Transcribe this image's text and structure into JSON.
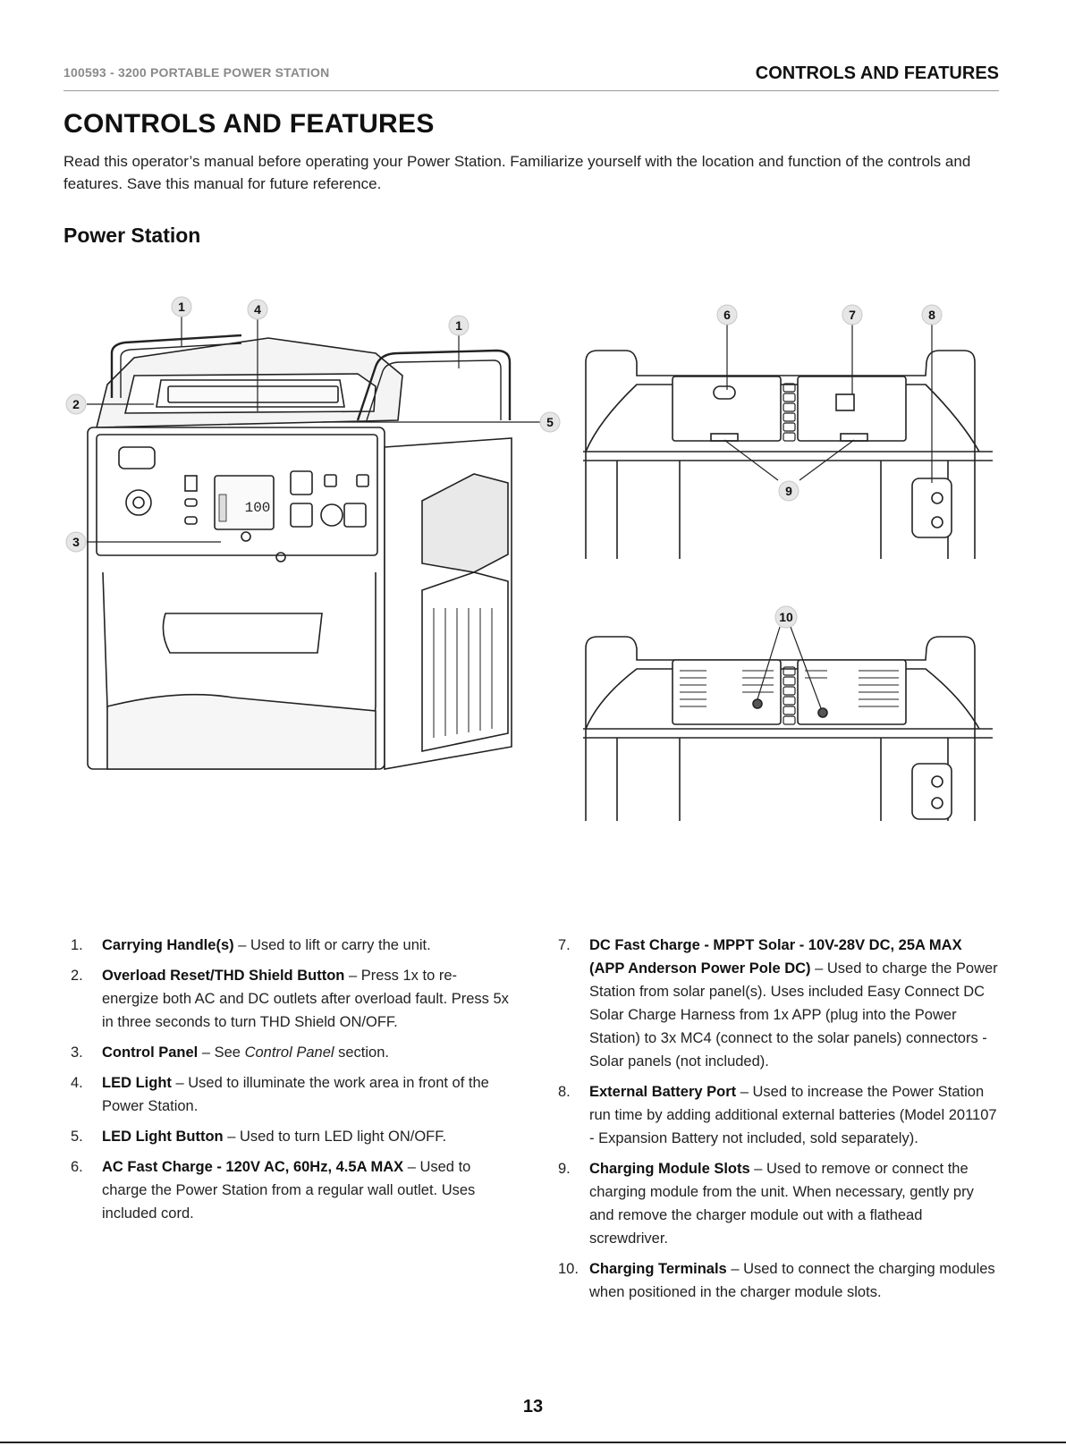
{
  "header": {
    "doc_id": "100593 - 3200 PORTABLE POWER STATION",
    "section": "CONTROLS AND FEATURES"
  },
  "title": "CONTROLS AND FEATURES",
  "intro": "Read this operator’s manual before operating your Power Station. Familiarize yourself with the location and function of the controls and features. Save this manual for future reference.",
  "subheading": "Power Station",
  "figure": {
    "display_readout": "100",
    "callouts": [
      "1",
      "4",
      "1",
      "2",
      "5",
      "3",
      "6",
      "7",
      "8",
      "9",
      "10"
    ]
  },
  "features": [
    {
      "num": "1.",
      "label": "Carrying Handle(s)",
      "desc": " – Used to lift or carry the unit."
    },
    {
      "num": "2.",
      "label": "Overload Reset/THD Shield Button",
      "desc": " – Press 1x to re-energize both AC and DC outlets after overload fault. Press 5x in three seconds to turn THD Shield ON/OFF."
    },
    {
      "num": "3.",
      "label": "Control Panel",
      "desc_pre": " – See ",
      "desc_em": "Control Panel",
      "desc_post": " section."
    },
    {
      "num": "4.",
      "label": "LED Light",
      "desc": " – Used to illuminate the work area in front of the Power Station."
    },
    {
      "num": "5.",
      "label": "LED Light Button",
      "desc": " – Used to turn LED light ON/OFF."
    },
    {
      "num": "6.",
      "label": "AC Fast Charge - 120V AC, 60Hz, 4.5A MAX",
      "desc": " – Used to charge the Power Station from a regular wall outlet. Uses included cord."
    },
    {
      "num": "7.",
      "label": "DC Fast Charge - MPPT Solar - 10V-28V DC, 25A MAX (APP Anderson Power Pole DC)",
      "desc": " – Used to charge the Power Station from solar panel(s).  Uses included Easy Connect DC Solar Charge Harness from 1x APP (plug into the Power Station) to 3x MC4 (connect to the solar panels) connectors - Solar panels (not included)."
    },
    {
      "num": "8.",
      "label": "External Battery Port",
      "desc": " – Used to increase the Power Station run time by adding additional external batteries (Model 201107 - Expansion Battery not included, sold separately)."
    },
    {
      "num": "9.",
      "label": "Charging Module Slots",
      "desc": " – Used to remove or connect the charging module from the unit. When necessary, gently pry and remove the charger module out with a flathead screwdriver."
    },
    {
      "num": "10.",
      "label": "Charging Terminals",
      "desc": " – Used to connect the charging modules when positioned in the charger module slots."
    }
  ],
  "page_number": "13"
}
